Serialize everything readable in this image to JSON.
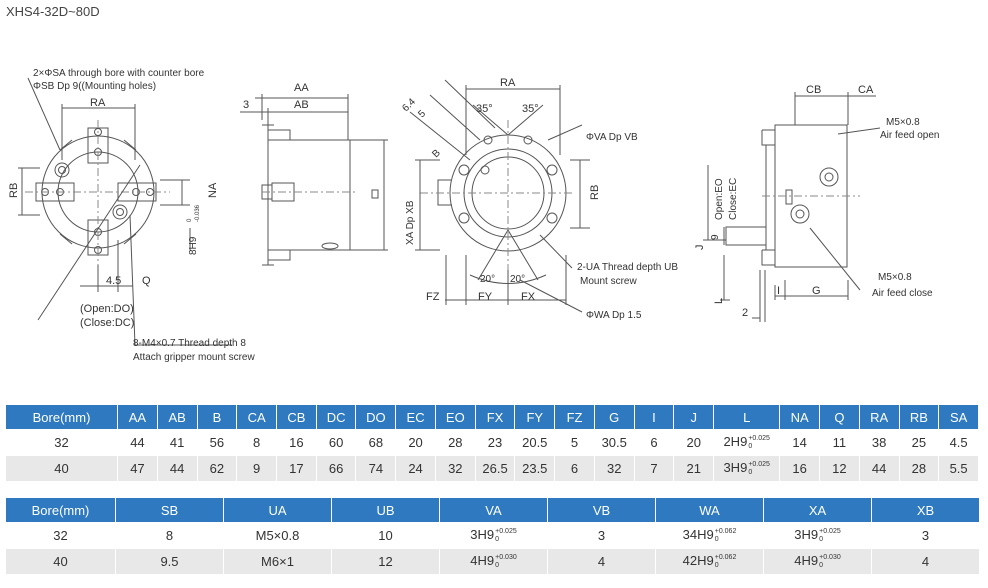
{
  "title": "XHS4-32D~80D",
  "drawing": {
    "view1": {
      "note_sa": "2×ΦSA through bore with counter bore",
      "note_sb": "ΦSB Dp 9((Mounting holes)",
      "ra": "RA",
      "rb": "RB",
      "na": "NA",
      "b_dim": "8H9",
      "b_tol_upper": "0",
      "b_tol_lower": "-0.036",
      "dim_45": "4.5",
      "q": "Q",
      "open_do": "(Open:DO)",
      "close_dc": "(Close:DC)",
      "thread_note": "8-M4×0.7 Thread depth 8",
      "thread_note2": "Attach gripper mount screw"
    },
    "view2": {
      "aa": "AA",
      "ab": "AB",
      "dim_3": "3"
    },
    "view3": {
      "ra": "RA",
      "angle_top_l": "35°",
      "angle_top_r": "35°",
      "dim_64": "6.4",
      "dim_5": "5",
      "dim_b": "B",
      "vb": "ΦVA Dp VB",
      "rb": "RB",
      "xa": "XA Dp XB",
      "ua": "2-UA Thread depth UB",
      "mount": "Mount screw",
      "angle_bot_l": "20°",
      "angle_bot_r": "20°",
      "fz": "FZ",
      "fy": "FY",
      "fx": "FX",
      "wa": "ΦWA Dp 1.5"
    },
    "view4": {
      "cb": "CB",
      "ca": "CA",
      "m5_open": "M5×0.8",
      "feed_open": "Air feed open",
      "open_eo": "Open:EO",
      "close_ec": "Close:EC",
      "dim_9": "9",
      "j": "J",
      "l": "L",
      "i": "I",
      "g": "G",
      "dim_2": "2",
      "m5_close": "M5×0.8",
      "feed_close": "Air feed close"
    }
  },
  "table1": {
    "headers": [
      "Bore(mm)",
      "AA",
      "AB",
      "B",
      "CA",
      "CB",
      "DC",
      "DO",
      "EC",
      "EO",
      "FX",
      "FY",
      "FZ",
      "G",
      "I",
      "J",
      "L",
      "NA",
      "Q",
      "RA",
      "RB",
      "SA"
    ],
    "rows": [
      {
        "bore": "32",
        "AA": "44",
        "AB": "41",
        "B": "56",
        "CA": "8",
        "CB": "16",
        "DC": "60",
        "DO": "68",
        "EC": "20",
        "EO": "28",
        "FX": "23",
        "FY": "20.5",
        "FZ": "5",
        "G": "30.5",
        "I": "6",
        "J": "20",
        "L": "2H9",
        "L_up": "+0.025",
        "L_lo": "0",
        "NA": "14",
        "Q": "11",
        "RA": "38",
        "RB": "25",
        "SA": "4.5"
      },
      {
        "bore": "40",
        "AA": "47",
        "AB": "44",
        "B": "62",
        "CA": "9",
        "CB": "17",
        "DC": "66",
        "DO": "74",
        "EC": "24",
        "EO": "32",
        "FX": "26.5",
        "FY": "23.5",
        "FZ": "6",
        "G": "32",
        "I": "7",
        "J": "21",
        "L": "3H9",
        "L_up": "+0.025",
        "L_lo": "0",
        "NA": "16",
        "Q": "12",
        "RA": "44",
        "RB": "28",
        "SA": "5.5"
      }
    ]
  },
  "table2": {
    "headers": [
      "Bore(mm)",
      "SB",
      "UA",
      "UB",
      "VA",
      "VB",
      "WA",
      "XA",
      "XB"
    ],
    "rows": [
      {
        "bore": "32",
        "SB": "8",
        "UA": "M5×0.8",
        "UB": "10",
        "VA": "3H9",
        "VA_up": "+0.025",
        "VA_lo": "0",
        "VB": "3",
        "WA": "34H9",
        "WA_up": "+0.062",
        "WA_lo": "0",
        "XA": "3H9",
        "XA_up": "+0.025",
        "XA_lo": "0",
        "XB": "3"
      },
      {
        "bore": "40",
        "SB": "9.5",
        "UA": "M6×1",
        "UB": "12",
        "VA": "4H9",
        "VA_up": "+0.030",
        "VA_lo": "0",
        "VB": "4",
        "WA": "42H9",
        "WA_up": "+0.062",
        "WA_lo": "0",
        "XA": "4H9",
        "XA_up": "+0.030",
        "XA_lo": "0",
        "XB": "4"
      }
    ]
  }
}
